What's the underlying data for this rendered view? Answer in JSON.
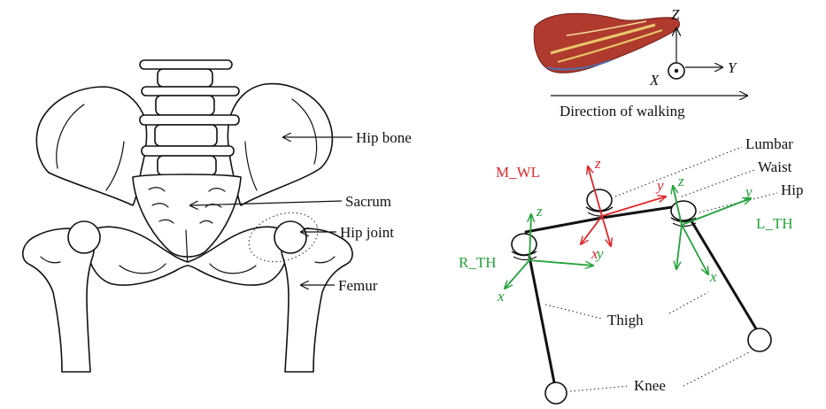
{
  "pelvis_labels": {
    "hip_bone": "Hip bone",
    "sacrum": "Sacrum",
    "hip_joint": "Hip joint",
    "femur": "Femur"
  },
  "axes_legend": {
    "z": "Z",
    "x": "X",
    "y": "Y",
    "direction": "Direction of walking"
  },
  "model_labels": {
    "lumbar": "Lumbar",
    "waist": "Waist",
    "hip": "Hip",
    "thigh": "Thigh",
    "knee": "Knee",
    "m_wl": "M_WL",
    "l_th": "L_TH",
    "r_th": "R_TH"
  },
  "frame_axes": {
    "m_wl": {
      "z": "z",
      "y": "y",
      "x": "x"
    },
    "l_th": {
      "z": "z",
      "y": "y",
      "x": "x"
    },
    "r_th": {
      "z": "z",
      "y": "y",
      "x": "x"
    }
  },
  "colors": {
    "sensor_frame_red": "#e0262b",
    "sensor_frame_green": "#22a33a",
    "foot_muscle": "#b03a2e",
    "foot_tendon": "#e8c96a"
  },
  "icons": {
    "foot": "anatomical-foot-icon",
    "out_of_page": "circle-dot-icon"
  }
}
